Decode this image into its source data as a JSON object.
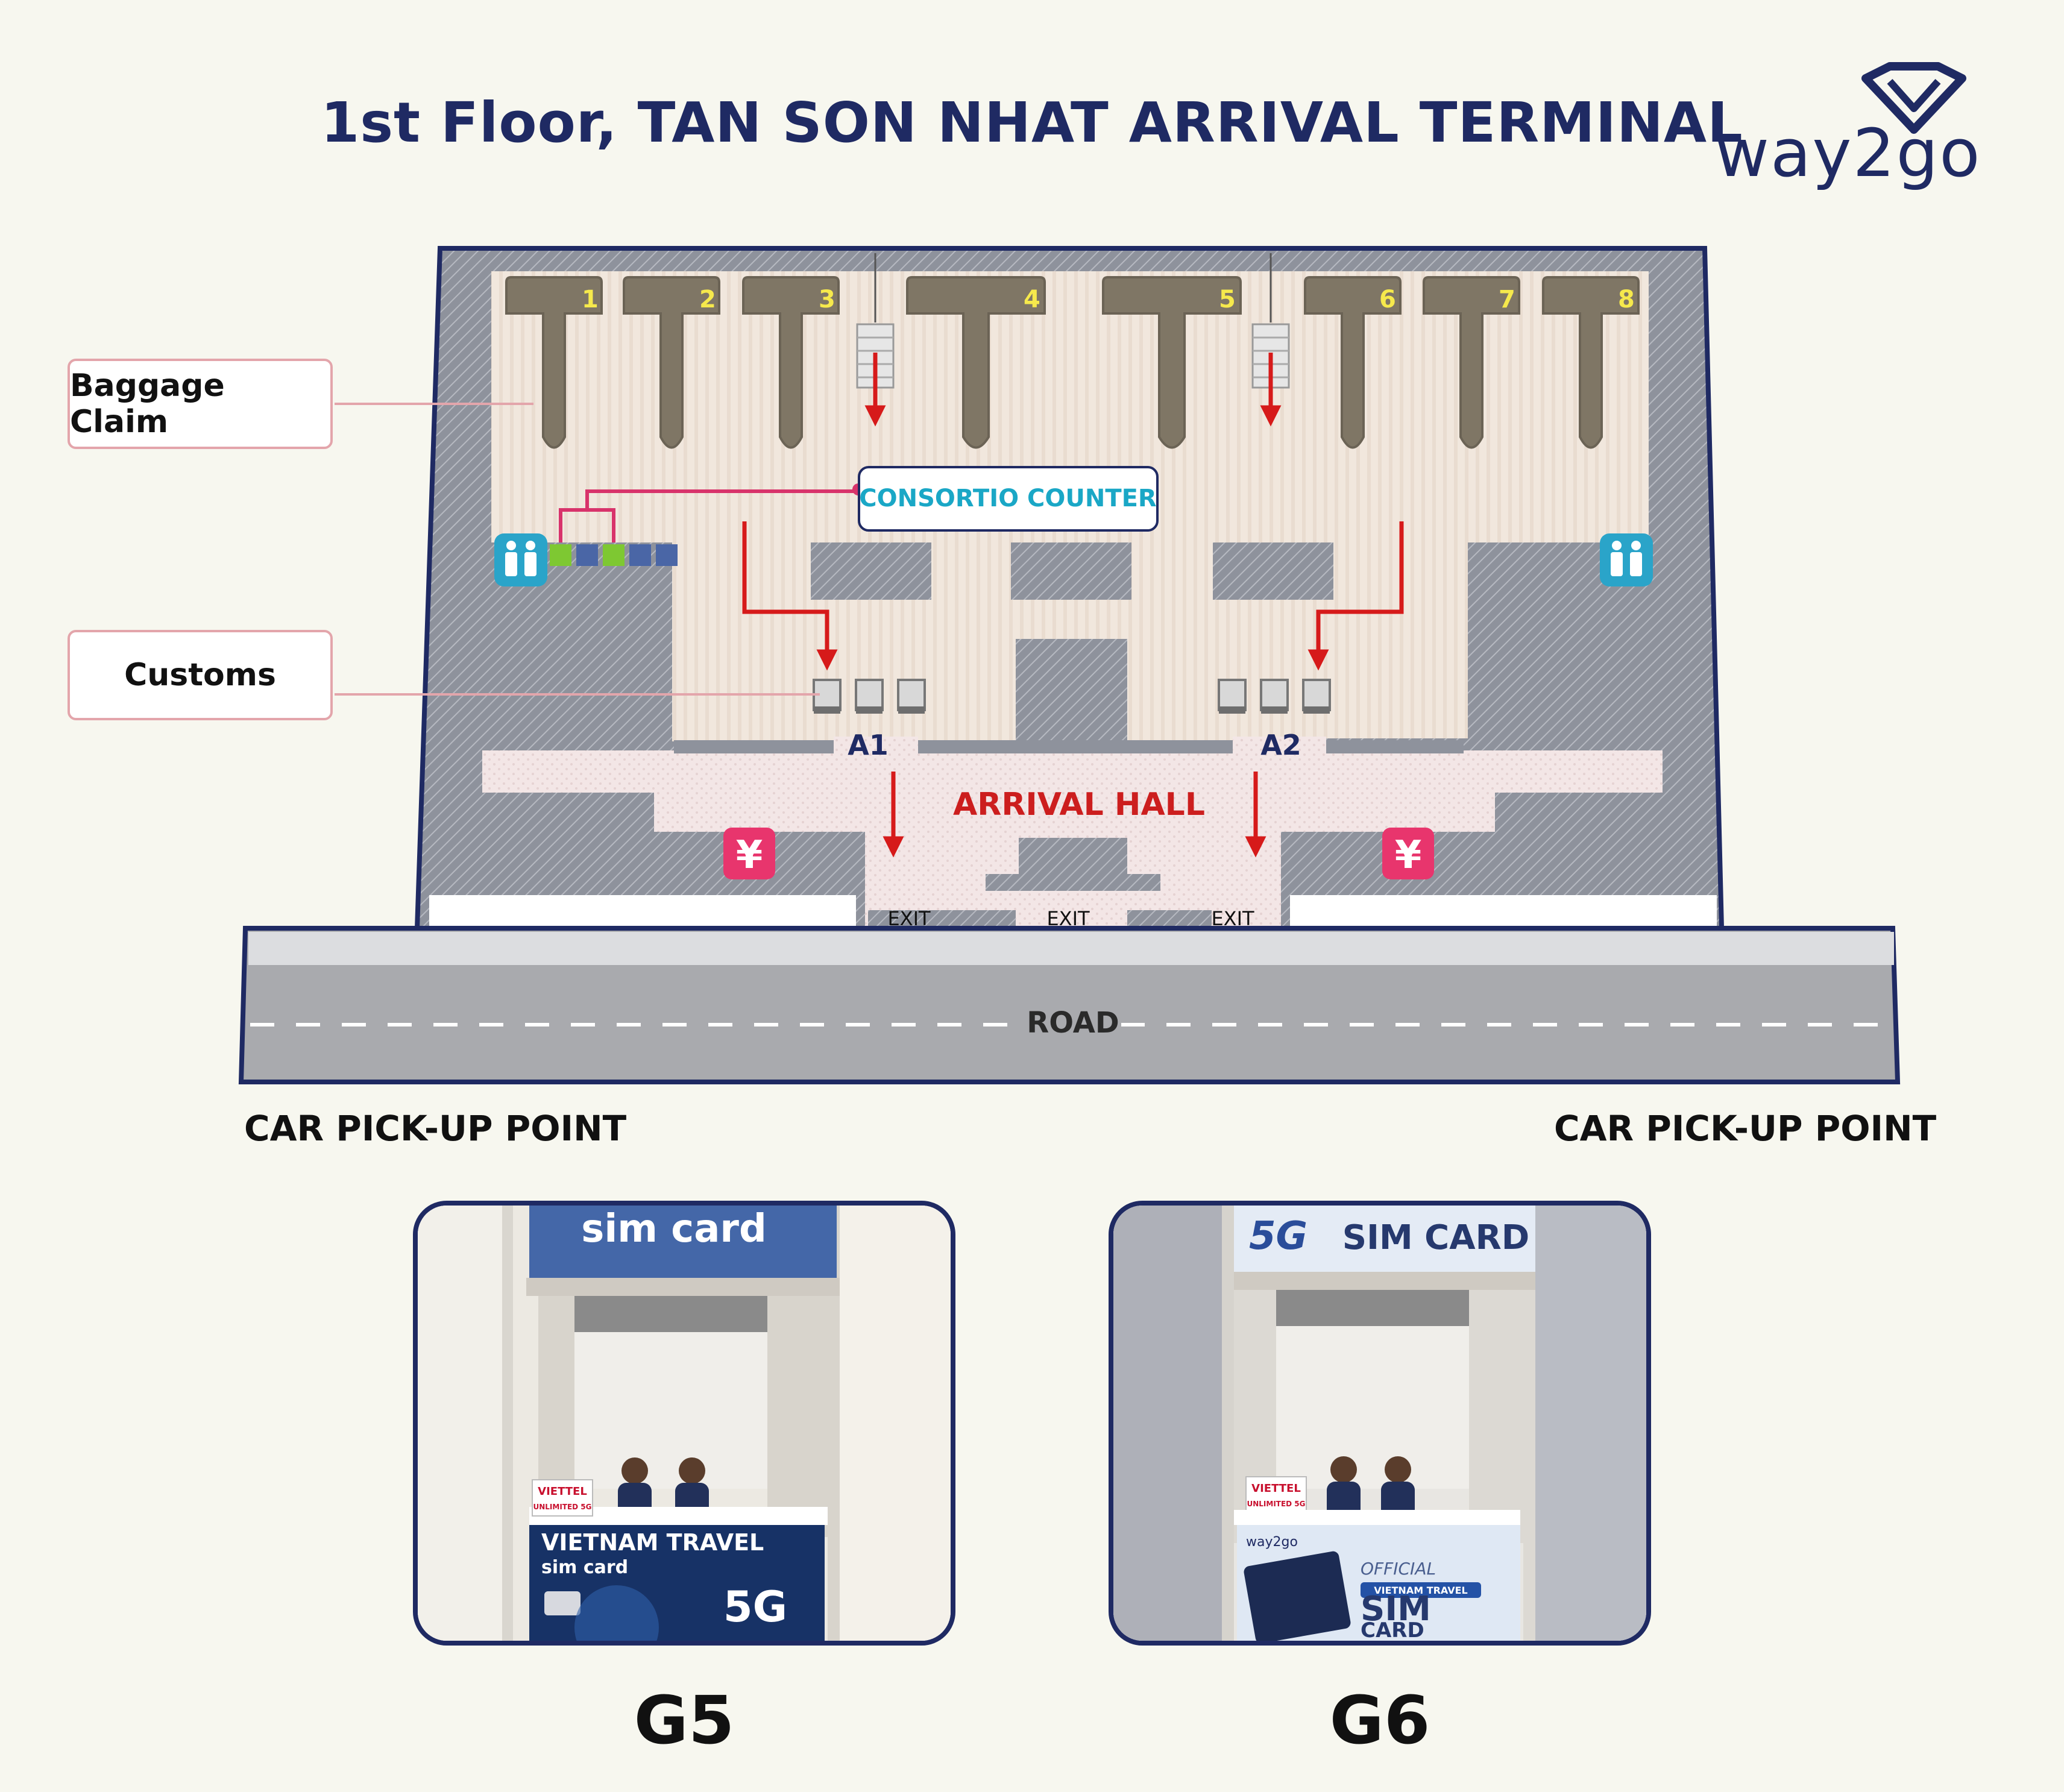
{
  "title": "1st Floor, TAN SON NHAT ARRIVAL TERMINAL",
  "logo": {
    "text": "way2go",
    "color": "#1f2a63"
  },
  "callouts": {
    "baggage": "Baggage Claim",
    "customs": "Customs"
  },
  "map": {
    "belts": [
      "1",
      "2",
      "3",
      "4",
      "5",
      "6",
      "7",
      "8"
    ],
    "consortio": "CONSORTIO COUNTER",
    "gates": [
      "A1",
      "A2"
    ],
    "arrival_hall": "ARRIVAL HALL",
    "exits": [
      "EXIT",
      "EXIT",
      "EXIT"
    ],
    "road": "ROAD",
    "icons": [
      "restroom-icon",
      "restroom-icon",
      "currency-exchange-icon",
      "currency-exchange-icon",
      "escalator-icon",
      "escalator-icon"
    ],
    "colors": {
      "route": "#d61a1a",
      "consortio_line": "#d8336b",
      "outline": "#1f2a63",
      "exchange": "#e8356d",
      "restroom": "#2aa4c9"
    }
  },
  "pickup": {
    "left": "CAR PICK-UP POINT",
    "right": "CAR PICK-UP POINT"
  },
  "photos": [
    {
      "gate": "G5",
      "banner": "sim card",
      "counter_lines": [
        "VIETNAM TRAVEL",
        "sim card",
        "5G"
      ],
      "sign": [
        "VIETTEL",
        "UNLIMITED 5G"
      ]
    },
    {
      "gate": "G6",
      "banner_5g": "5G",
      "banner": "SIM CARD",
      "counter_lines": [
        "OFFICIAL",
        "VIETNAM TRAVEL",
        "SIM",
        "CARD"
      ],
      "counter_logo": "way2go",
      "sign": [
        "VIETTEL",
        "UNLIMITED 5G"
      ]
    }
  ]
}
